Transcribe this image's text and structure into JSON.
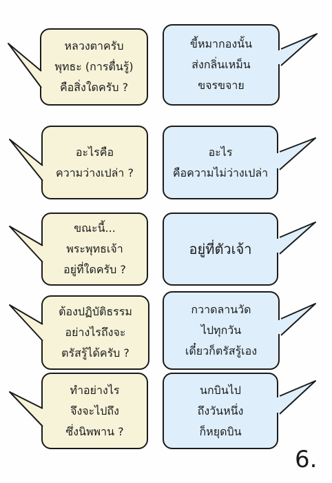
{
  "dialogue": {
    "q1": "หลวงตาครับ\nพุทธะ (การตื่นรู้)\nคือสิ่งใดครับ ?",
    "a1": "ขี้หมากองนั้น\nส่งกลิ่นเหม็น\nขจรขจาย",
    "q2": "อะไรคือ\nความว่างเปล่า ?",
    "a2": "อะไร\nคือความไม่ว่างเปล่า",
    "q3": "ขณะนี้...\nพระพุทธเจ้า\nอยู่ที่ใดครับ ?",
    "a3": "อยู่ที่ตัวเจ้า",
    "q4": "ต้องปฏิบัติธรรม\nอย่างไรถึงจะ\nตรัสรู้ได้ครับ ?",
    "a4": "กวาดลานวัด\nไปทุกวัน\nเดี๋ยวก็ตรัสรู้เอง",
    "q5": "ทำอย่างไร\nจึงจะไปถึง\nซึ่งนิพพาน ?",
    "a5": "นกบินไป\nถึงวันหนึ่ง\nก็หยุดบิน"
  },
  "page_number": "6.",
  "colors": {
    "question_fill": "#f6f3d9",
    "answer_fill": "#deeefa",
    "outline": "#1a1a1a"
  }
}
